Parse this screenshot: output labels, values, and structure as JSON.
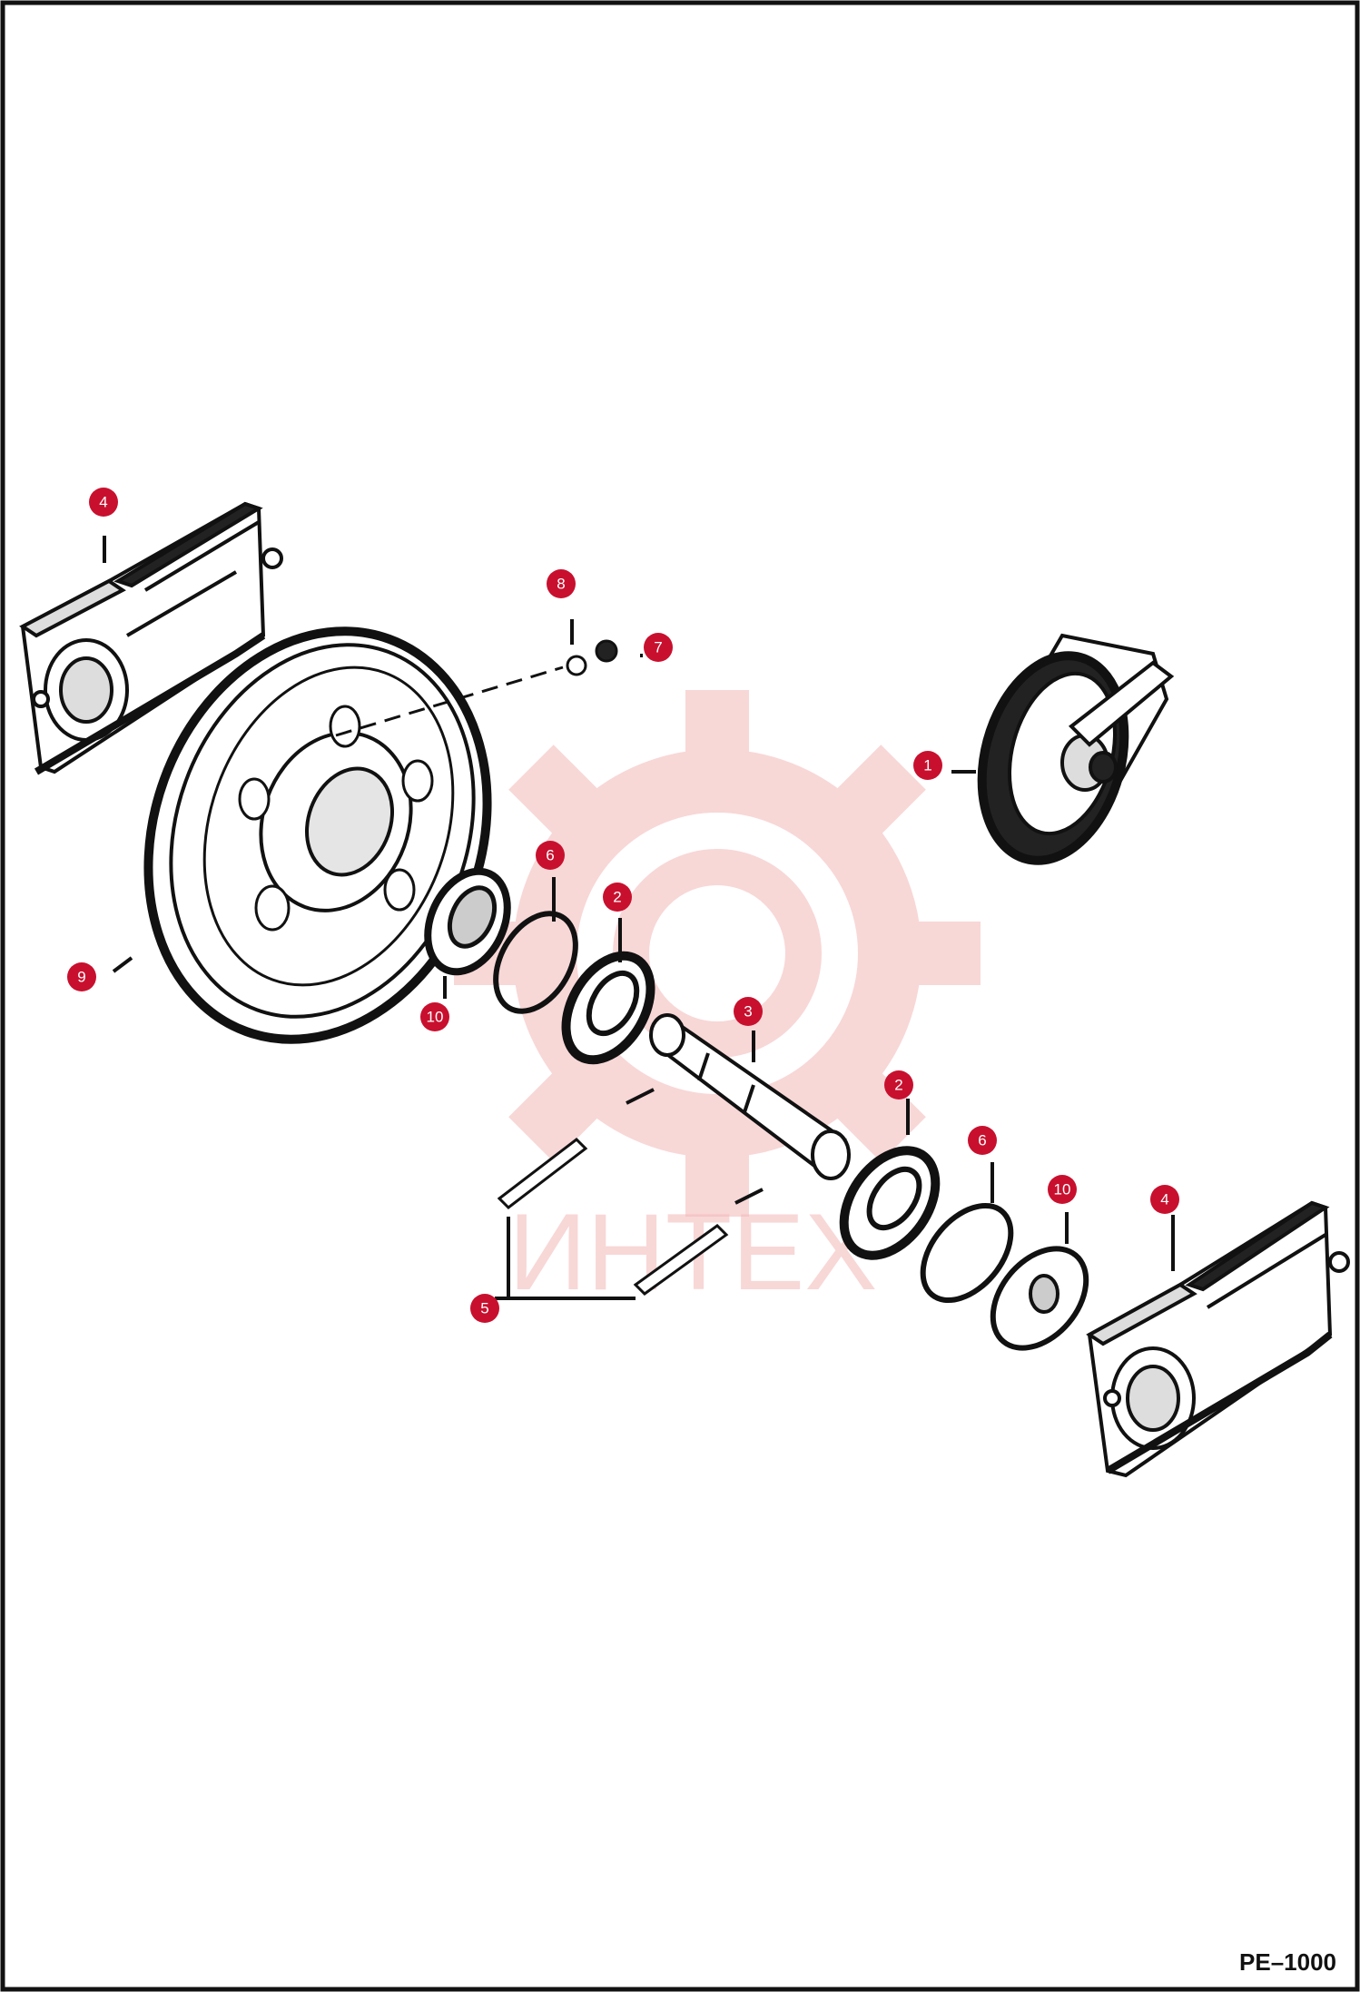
{
  "figure": {
    "reference_code": "PE–1000",
    "watermark_text": "ИНТЕХ"
  },
  "callouts": [
    {
      "id": "callout-4-top-left",
      "label": "4"
    },
    {
      "id": "callout-8",
      "label": "8"
    },
    {
      "id": "callout-7",
      "label": "7"
    },
    {
      "id": "callout-1",
      "label": "1"
    },
    {
      "id": "callout-6-upper",
      "label": "6"
    },
    {
      "id": "callout-2-upper",
      "label": "2"
    },
    {
      "id": "callout-9",
      "label": "9"
    },
    {
      "id": "callout-10-upper",
      "label": "10"
    },
    {
      "id": "callout-3",
      "label": "3"
    },
    {
      "id": "callout-2-lower",
      "label": "2"
    },
    {
      "id": "callout-6-lower",
      "label": "6"
    },
    {
      "id": "callout-10-lower",
      "label": "10"
    },
    {
      "id": "callout-4-bottom-right",
      "label": "4"
    },
    {
      "id": "callout-5",
      "label": "5"
    }
  ],
  "colors": {
    "callout_fill": "#c8102e",
    "line_art": "#111111",
    "watermark": "#f3b8b8",
    "background": "#ffffff"
  }
}
